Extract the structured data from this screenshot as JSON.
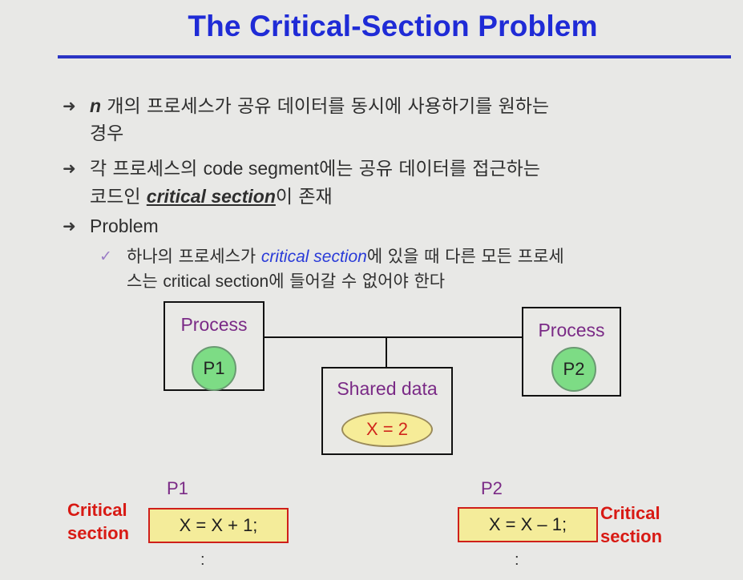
{
  "title": "The Critical-Section Problem",
  "bullets": {
    "b1": {
      "n": "n",
      "text1": " 개의 프로세스가 공유 데이터를 동시에 사용하기를 원하는",
      "text2": "경우"
    },
    "b2": {
      "pre": "각 프로세스의 ",
      "latin": "code segment",
      "post": "에는 공유 데이터를  접근하는",
      "line2_pre": "코드인 ",
      "crit": "critical section",
      "line2_post": "이 존재"
    },
    "b3": {
      "text": "Problem"
    }
  },
  "sub": {
    "pre": "하나의 프로세스가 ",
    "crit": "critical section",
    "post": "에 있을 때 다른 모든 프로세",
    "line2_pre": "스는 ",
    "line2_latin": "critical section",
    "line2_post": "에 들어갈 수 없어야 한다"
  },
  "diagram": {
    "process_label": "Process",
    "p1": "P1",
    "p2": "P2",
    "shared_label": "Shared data",
    "shared_value": "X = 2"
  },
  "code": {
    "p1_name": "P1",
    "p2_name": "P2",
    "crit_line1": "Critical",
    "crit_line2": "section",
    "p1_code": "X = X + 1;",
    "p2_code": "X = X – 1;",
    "dots": ":"
  },
  "colors": {
    "title": "#1f2bd6",
    "process_text": "#7a2a86",
    "critical_red": "#d81a14",
    "critical_blue": "#2a3bd8",
    "circle_fill": "#7ddc85",
    "ellipse_fill": "#f6ec98",
    "code_fill": "#f4ec9a"
  },
  "icons": {
    "bullet": "arrow-bullet-icon",
    "sub_bullet": "checkmark-icon"
  }
}
